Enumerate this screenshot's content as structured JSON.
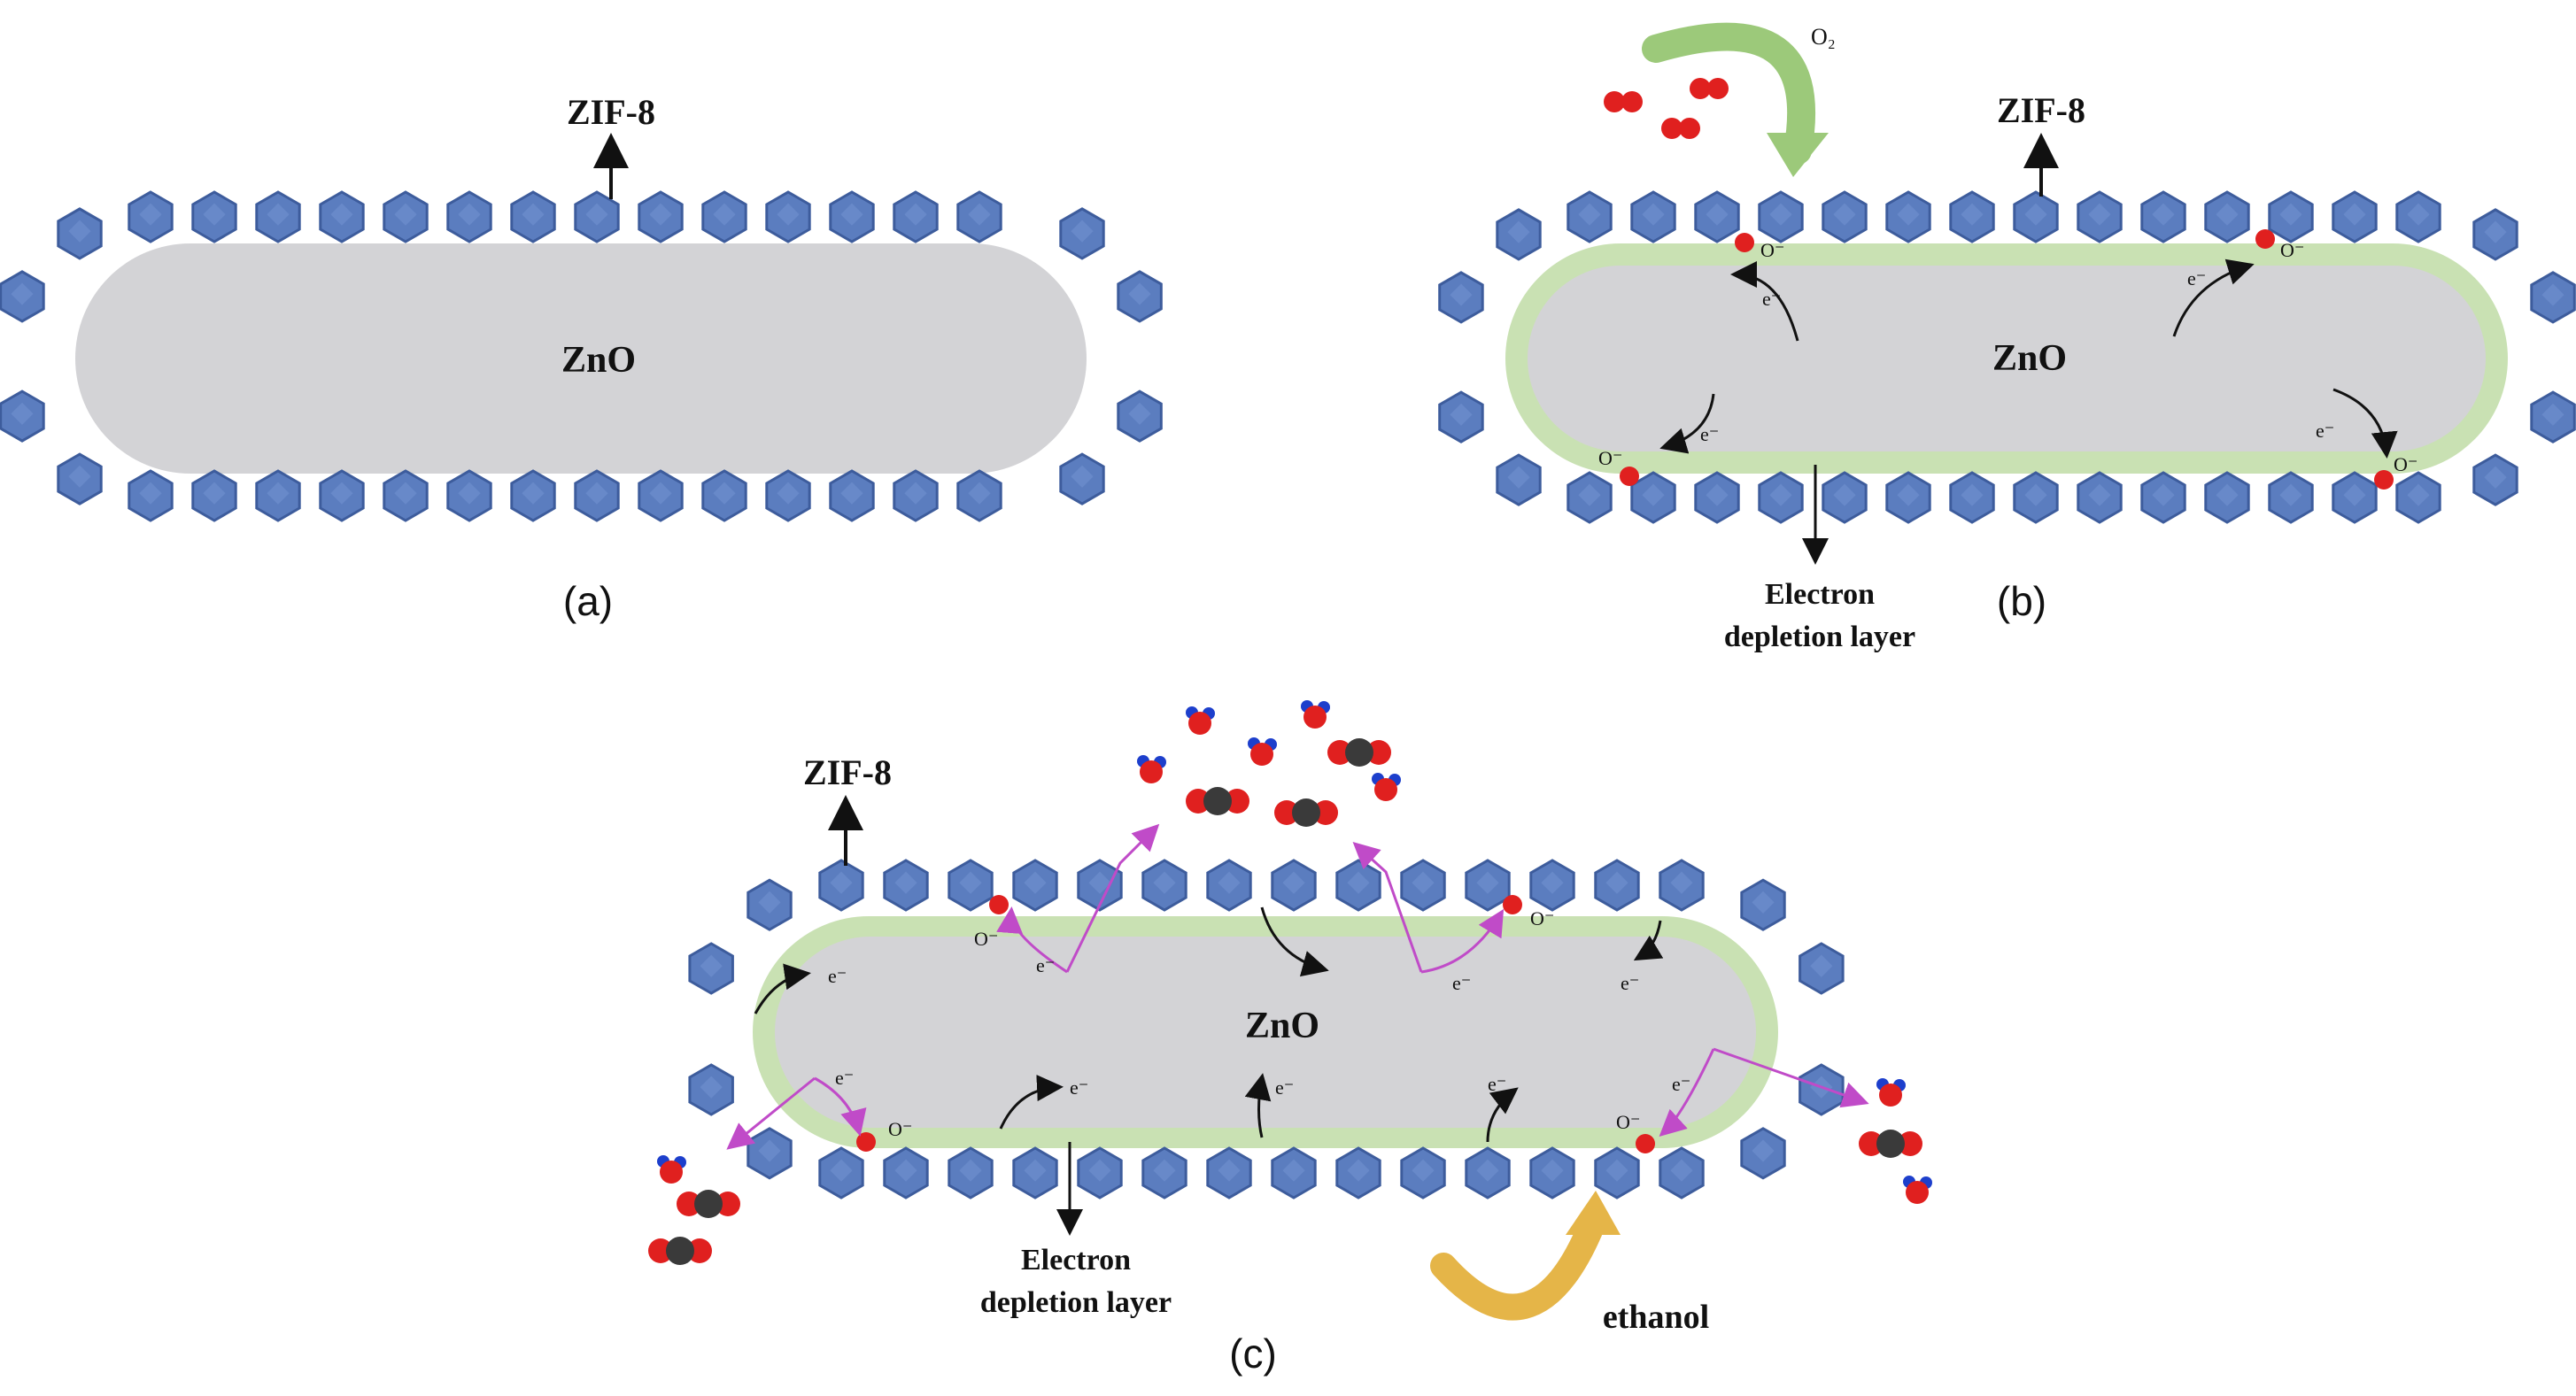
{
  "panels": {
    "a": {
      "caption": "(a)",
      "shell_label": "ZIF-8",
      "core_label": "ZnO"
    },
    "b": {
      "caption": "(b)",
      "shell_label": "ZIF-8",
      "core_label": "ZnO",
      "gas_label": "O₂",
      "electron_label": "e⁻",
      "ion_label": "O⁻",
      "layer_label_line1": "Electron",
      "layer_label_line2": "depletion layer"
    },
    "c": {
      "caption": "(c)",
      "shell_label": "ZIF-8",
      "core_label": "ZnO",
      "gas_label": "ethanol",
      "electron_label": "e⁻",
      "ion_label": "O⁻",
      "layer_label_line1": "Electron",
      "layer_label_line2": "depletion layer"
    }
  },
  "colors": {
    "zif8_crystal": "#5b7dbf",
    "zif8_crystal_edge": "#3d5c9c",
    "zno_core": "#d3d3d6",
    "depletion_layer": "#c9e1b3",
    "oxygen_atom": "#e0201f",
    "carbon_atom": "#3a3a3a",
    "hydrogen_atom": "#1d3fcc",
    "o2_arrow": "#9cc97a",
    "ethanol_arrow": "#e5b548",
    "reaction_path": "#c04bc8"
  }
}
